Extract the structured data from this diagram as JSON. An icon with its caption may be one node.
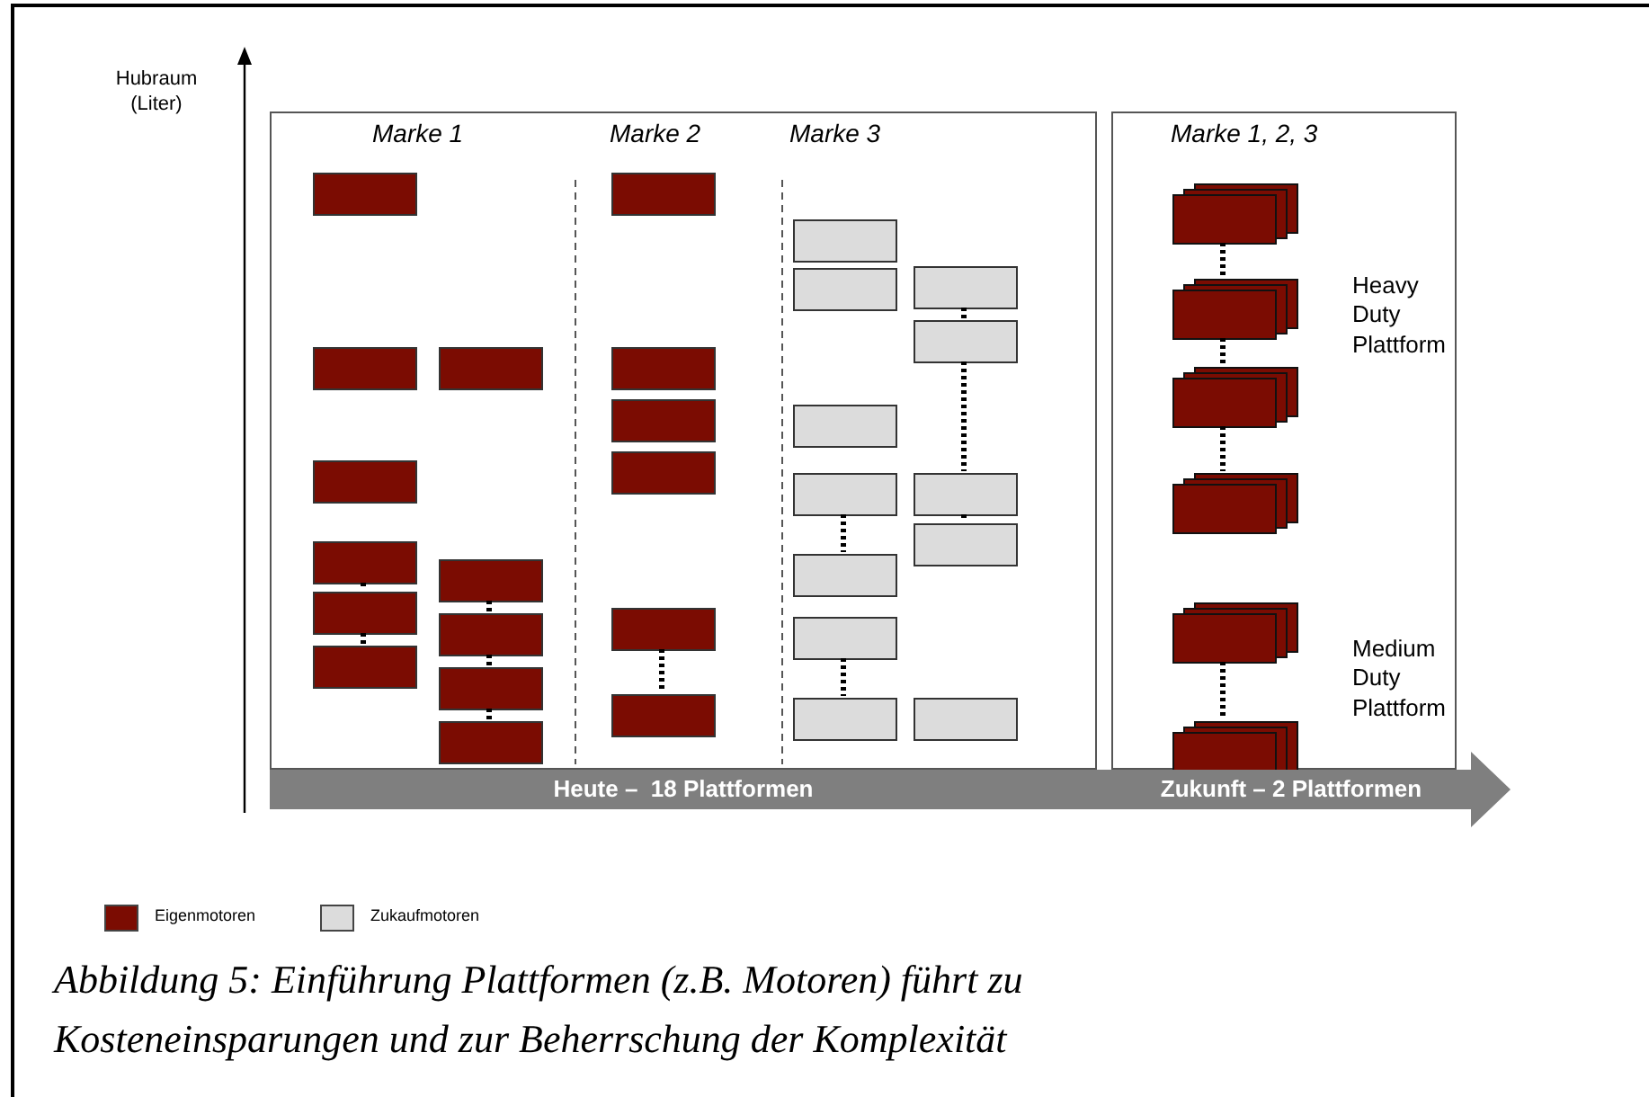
{
  "diagram": {
    "caption": "Abbildung 5: Einführung Plattformen (z.B. Motoren) führt zu Kosteneinsparungen und zur Beherrschung der Komplexität",
    "nodes": [
      {
        "text": [
          "Marke 1",
          "Marke 2",
          "Marke 3"
        ]
      },
      {
        "text": [
          "Marke 1, 2, 3"
        ]
      },
      {
        "text": [
          "Heute –  18 Plattformen",
          "Zukunft – 2 Plattformen"
        ]
      },
      {
        "text": [],
        "shape": "box",
        "in": 0
      },
      {
        "text": [],
        "shape": "box",
        "in": 0
      },
      {
        "text": [],
        "shape": "box",
        "in": 0
      },
      {
        "text": [],
        "shape": "box",
        "in": 0
      },
      {
        "text": [],
        "shape": "box",
        "in": 0
      },
      {
        "text": [],
        "shape": "box",
        "in": 0
      },
      {
        "text": [],
        "shape": "box",
        "in": 0
      },
      {
        "text": [],
        "shape": "box",
        "in": 0
      },
      {
        "text": [],
        "shape": "box",
        "in": 0
      },
      {
        "text": [],
        "shape": "box",
        "in": 0
      },
      {
        "text": [],
        "shape": "box",
        "in": 0
      },
      {
        "text": [],
        "shape": "box",
        "in": 0
      },
      {
        "text": [],
        "shape": "box",
        "in": 0
      },
      {
        "text": [],
        "shape": "box",
        "in": 0
      },
      {
        "text": [],
        "shape": "box",
        "in": 0
      },
      {
        "text": [],
        "shape": "box",
        "in": 0
      },
      {
        "text": [],
        "shape": "box",
        "in": 0
      },
      {
        "text": [],
        "shape": "box",
        "in": 0
      },
      {
        "text": [],
        "shape": "box",
        "in": 0
      },
      {
        "text": [],
        "shape": "box",
        "in": 0
      },
      {
        "text": [],
        "shape": "box",
        "in": 0
      },
      {
        "text": [],
        "shape": "box",
        "in": 0
      },
      {
        "text": [],
        "shape": "box",
        "in": 0
      },
      {
        "text": [],
        "shape": "box",
        "in": 0
      },
      {
        "text": [],
        "shape": "box",
        "in": 0
      },
      {
        "text": [],
        "shape": "box",
        "in": 0
      },
      {
        "text": [],
        "shape": "box",
        "in": 0
      },
      {
        "text": [],
        "shape": "box",
        "in": 0
      },
      {
        "text": [],
        "shape": "box",
        "in": 0
      },
      {
        "text": [],
        "shape": "stack",
        "in": 1
      },
      {
        "text": [],
        "shape": "stack",
        "in": 1
      },
      {
        "text": [],
        "shape": "stack",
        "in": 1
      },
      {
        "text": [],
        "shape": "stack",
        "in": 1
      },
      {
        "text": [],
        "shape": "stack",
        "in": 1
      },
      {
        "text": [],
        "shape": "stack",
        "in": 1
      }
    ],
    "edges": [
      {
        "from": 6,
        "to": 7,
        "arrow": "none"
      },
      {
        "from": 7,
        "to": 8,
        "arrow": "none"
      },
      {
        "from": 10,
        "to": 11,
        "arrow": "none"
      },
      {
        "from": 11,
        "to": 12,
        "arrow": "none"
      },
      {
        "from": 12,
        "to": 13,
        "arrow": "none"
      },
      {
        "from": 18,
        "to": 19,
        "arrow": "none"
      },
      {
        "from": 23,
        "to": 24,
        "arrow": "none"
      },
      {
        "from": 25,
        "to": 26,
        "arrow": "none"
      },
      {
        "from": 27,
        "to": 28,
        "arrow": "none"
      },
      {
        "from": 28,
        "to": 29,
        "arrow": "none"
      },
      {
        "from": 29,
        "to": 30,
        "arrow": "none"
      },
      {
        "from": 32,
        "to": 33,
        "arrow": "none"
      },
      {
        "from": 33,
        "to": 34,
        "arrow": "none"
      },
      {
        "from": 34,
        "to": 35,
        "arrow": "none"
      },
      {
        "from": 36,
        "to": 37,
        "arrow": "none"
      }
    ],
    "labels": [
      "Hubraum (Liter)",
      "Heavy Duty Plattform",
      "Medium Duty Plattform"
    ],
    "legend": [
      {
        "text": "Eigenmotoren",
        "color": "#7b0c02"
      },
      {
        "text": "Zukaufmotoren",
        "color": "#dcdcdc"
      }
    ]
  }
}
